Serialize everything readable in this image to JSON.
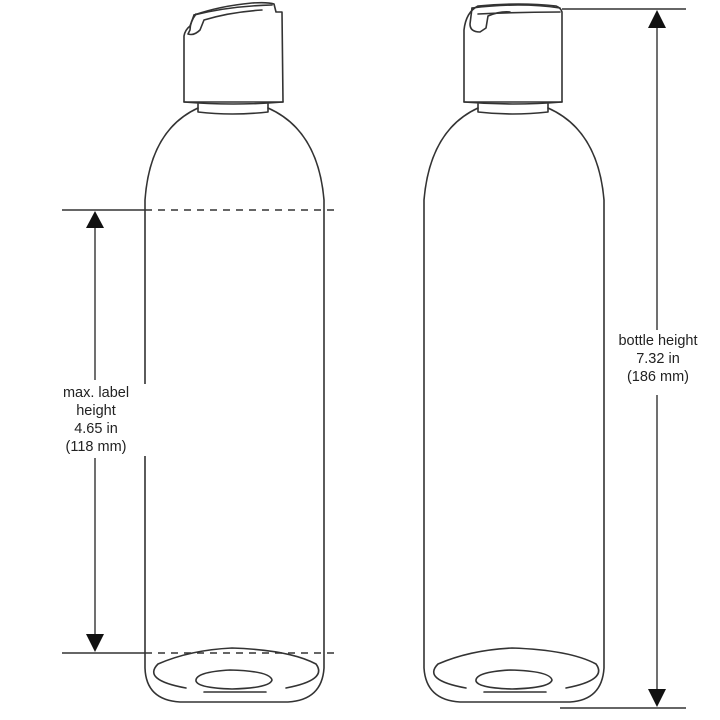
{
  "diagram": {
    "subject": "Bottle with disc-top cap, dimension drawing",
    "colors": {
      "line": "#333333",
      "background": "#ffffff"
    },
    "left_bottle": {
      "dimension": {
        "name": "max. label height",
        "line1": "max. label",
        "line2": "height",
        "imperial": "4.65 in",
        "metric": "(118 mm)"
      }
    },
    "right_bottle": {
      "dimension": {
        "name": "bottle height",
        "line1": "bottle height",
        "imperial": "7.32 in",
        "metric": "(186 mm)"
      }
    }
  }
}
